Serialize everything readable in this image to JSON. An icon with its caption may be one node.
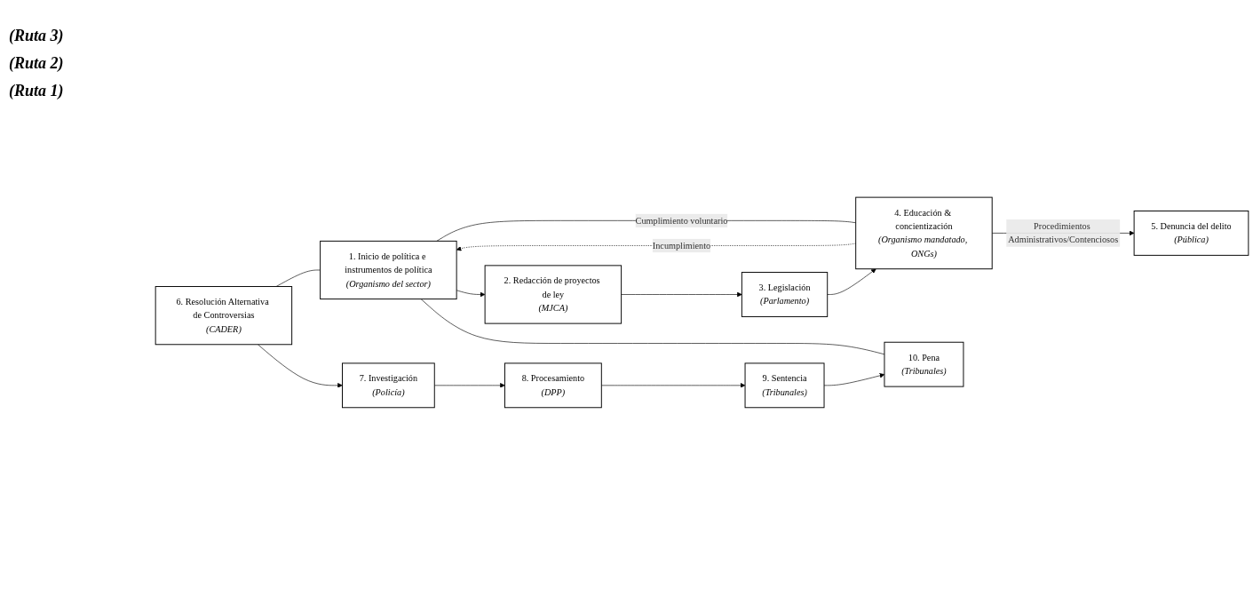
{
  "diagram": {
    "nodes": [
      {
        "text": [
          "1. Inicio de política e instrumentos de política",
          "(Organismo del sector)"
        ]
      },
      {
        "text": [
          "2. Redacción de proyectos de ley",
          "(MJCA)"
        ]
      },
      {
        "text": [
          "3. Legislación",
          "(Parlamento)"
        ]
      },
      {
        "text": [
          "4. Educación & concientización",
          "(Organismo mandatado, ONGs)"
        ]
      },
      {
        "text": [
          "5. Denuncia del delito",
          "(Pública)"
        ]
      },
      {
        "text": [
          "6. Resolución Alternativa de Controversias",
          "(CADER)"
        ]
      },
      {
        "text": [
          "7. Investigación",
          "(Policía)"
        ]
      },
      {
        "text": [
          "8. Procesamiento",
          "(DPP)"
        ]
      },
      {
        "text": [
          "9. Sentencia",
          "(Tribunales)"
        ]
      },
      {
        "text": [
          "10. Pena",
          "(Tribunales)"
        ]
      }
    ],
    "edges": [
      {
        "from": 0,
        "to": 1,
        "arrow": "to"
      },
      {
        "from": 1,
        "to": 2,
        "arrow": "to"
      },
      {
        "from": 2,
        "to": 3,
        "arrow": "to"
      },
      {
        "from": 3,
        "to": 0,
        "arrow": "to",
        "label": "Incumplimiento",
        "style": "dashed"
      },
      {
        "from": 3,
        "to": 4,
        "arrow": "to",
        "label": "Procedimientos Administrativos/Contenciosos"
      },
      {
        "from": 3,
        "to": 0,
        "arrow": "none",
        "label": "Cumplimiento voluntario"
      },
      {
        "from": 5,
        "to": 6,
        "arrow": "to"
      },
      {
        "from": 6,
        "to": 7,
        "arrow": "to"
      },
      {
        "from": 7,
        "to": 8,
        "arrow": "to"
      },
      {
        "from": 8,
        "to": 9,
        "arrow": "to"
      },
      {
        "from": 5,
        "to": 0,
        "arrow": "none"
      },
      {
        "from": 0,
        "to": 9,
        "arrow": "none"
      }
    ],
    "labels": [
      "(Ruta 3)",
      "(Ruta 2)",
      "(Ruta 1)"
    ]
  }
}
